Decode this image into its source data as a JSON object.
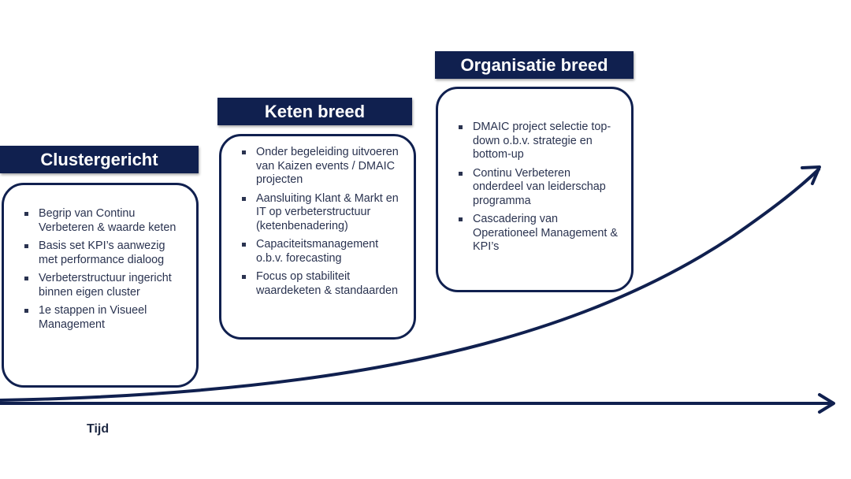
{
  "colors": {
    "primary": "#10204f",
    "text": "#2a3350",
    "background": "#ffffff"
  },
  "stages": [
    {
      "title": "Clustergericht",
      "items": [
        "Begrip van Continu Verbeteren & waarde keten",
        "Basis set KPI’s aanwezig met performance dialoog",
        "Verbeterstructuur ingericht binnen eigen cluster",
        "1e stappen in Visueel Management"
      ]
    },
    {
      "title": "Keten breed",
      "items": [
        "Onder begeleiding uitvoeren van Kaizen events / DMAIC projecten",
        "Aansluiting Klant & Markt en IT op verbeterstructuur (ketenbenadering)",
        "Capaciteitsmanagement o.b.v. forecasting",
        "Focus op stabiliteit waardeketen & standaarden"
      ]
    },
    {
      "title": "Organisatie breed",
      "items": [
        "DMAIC project selectie top-down o.b.v. strategie en bottom-up",
        "Continu Verbeteren onderdeel van leiderschap programma",
        "Cascadering van Operationeel Management & KPI’s"
      ]
    }
  ],
  "axis": {
    "time_label": "Tijd"
  },
  "icons": {
    "bullet": "square-bullet-icon",
    "growth": "growth-curve-arrow-icon",
    "time": "time-axis-arrow-icon"
  }
}
